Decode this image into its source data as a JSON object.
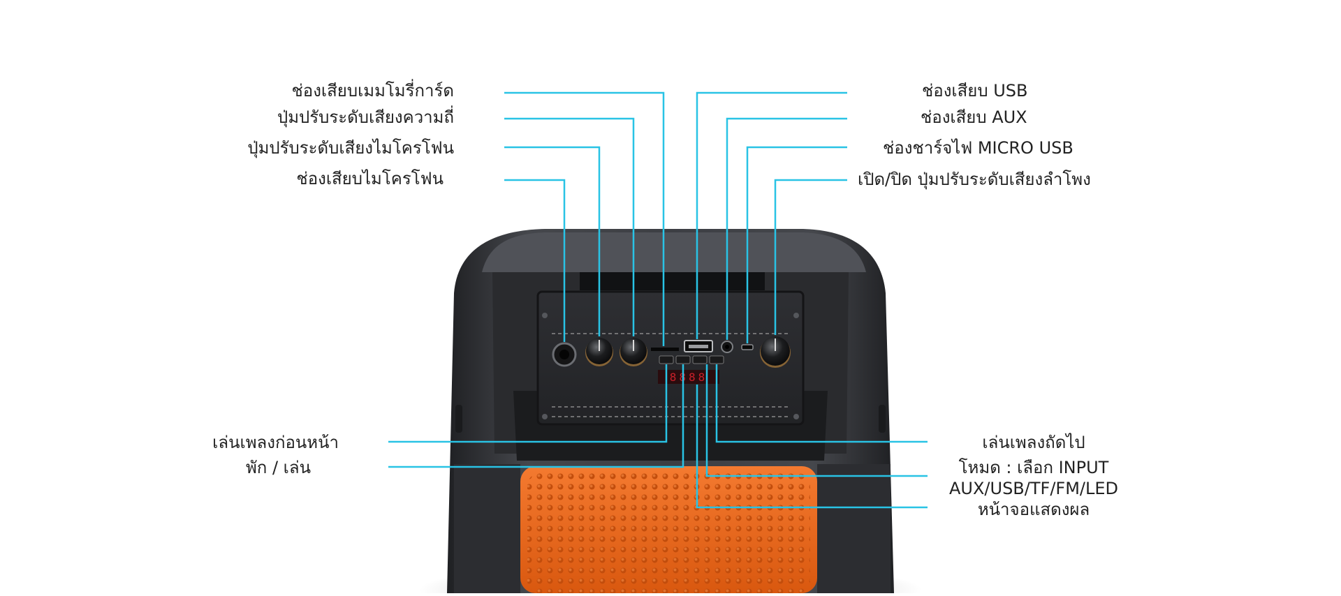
{
  "accent_color": "#29c3e5",
  "speaker": {
    "body_color": "#3a3c40",
    "panel_color": "#2b2c2f",
    "grip_color": "#f06a1c",
    "display_digits": "8888"
  },
  "callouts": {
    "memory_card_slot": "ช่องเสียบเมมโมรี่การ์ด",
    "echo_knob": "ปุ่มปรับระดับเสียงความถี่",
    "mic_volume_knob": "ปุ่มปรับระดับเสียงไมโครโฟน",
    "mic_jack": "ช่องเสียบไมโครโฟน",
    "usb_port": "ช่องเสียบ USB",
    "aux_port": "ช่องเสียบ AUX",
    "micro_usb_charge": "ช่องชาร์จไฟ MICRO USB",
    "power_volume_knob": "เปิด/ปิด ปุ่มปรับระดับเสียงลำโพง",
    "prev_track": "เล่นเพลงก่อนหน้า",
    "play_pause": "พัก / เล่น",
    "next_track": "เล่นเพลงถัดไป",
    "mode_line1": "โหมด : เลือก INPUT",
    "mode_line2": "AUX/USB/TF/FM/LED",
    "display": "หน้าจอแสดงผล"
  }
}
